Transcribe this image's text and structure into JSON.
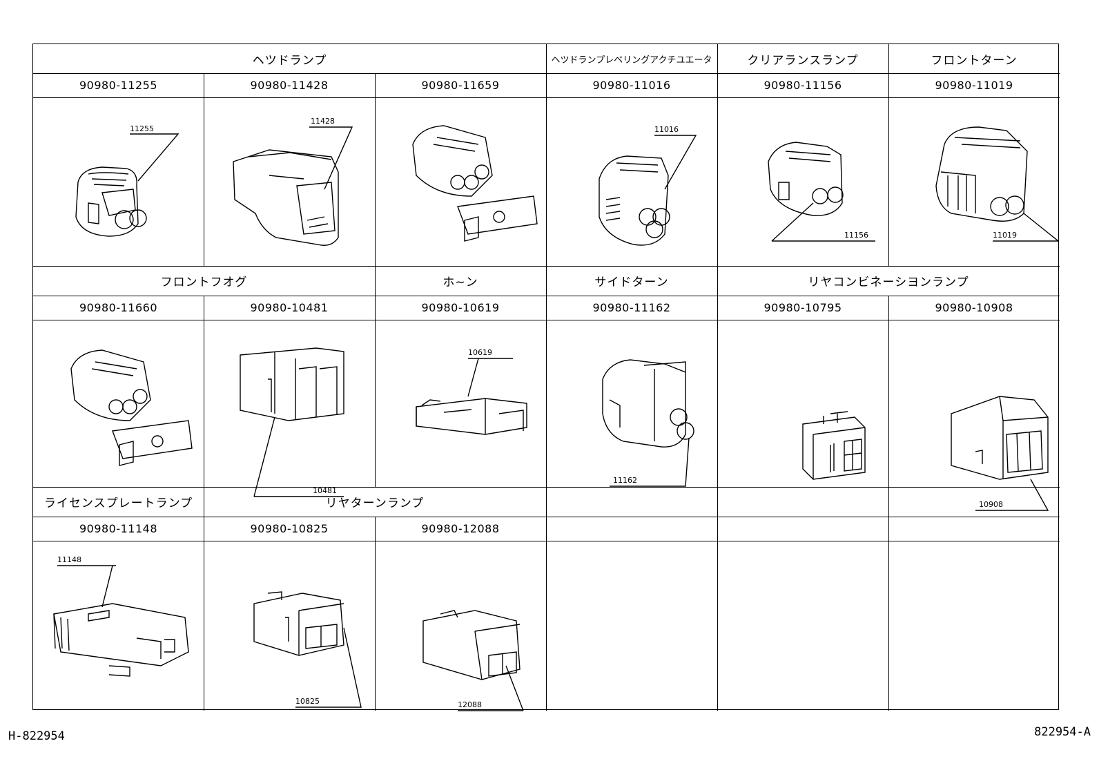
{
  "sections": {
    "r1": [
      {
        "label": "ヘツドランプ"
      },
      {
        "label": "ヘツドランプレベリングアクチユエータ"
      },
      {
        "label": "クリアランスランプ"
      },
      {
        "label": "フロントターン"
      }
    ],
    "r2": [
      {
        "label": "フロントフオグ"
      },
      {
        "label": "ホ~ン"
      },
      {
        "label": "サイドターン"
      },
      {
        "label": "リヤコンビネーシヨンランプ"
      }
    ],
    "r3": [
      {
        "label": "ライセンスプレートランプ"
      },
      {
        "label": "リヤターンランプ"
      }
    ]
  },
  "parts": {
    "r1": [
      {
        "part_no": "90980-11255",
        "callout": "11255"
      },
      {
        "part_no": "90980-11428",
        "callout": "11428"
      },
      {
        "part_no": "90980-11659",
        "callout": ""
      },
      {
        "part_no": "90980-11016",
        "callout": "11016"
      },
      {
        "part_no": "90980-11156",
        "callout": "11156"
      },
      {
        "part_no": "90980-11019",
        "callout": "11019"
      }
    ],
    "r2": [
      {
        "part_no": "90980-11660",
        "callout": ""
      },
      {
        "part_no": "90980-10481",
        "callout": "10481"
      },
      {
        "part_no": "90980-10619",
        "callout": "10619"
      },
      {
        "part_no": "90980-11162",
        "callout": "11162"
      },
      {
        "part_no": "90980-10795",
        "callout": ""
      },
      {
        "part_no": "90980-10908",
        "callout": "10908"
      }
    ],
    "r3": [
      {
        "part_no": "90980-11148",
        "callout": "11148"
      },
      {
        "part_no": "90980-10825",
        "callout": "10825"
      },
      {
        "part_no": "90980-12088",
        "callout": "12088"
      }
    ]
  },
  "footer": {
    "left": "H-822954",
    "right": "822954-A"
  },
  "colors": {
    "line": "#000000",
    "background": "#ffffff"
  }
}
